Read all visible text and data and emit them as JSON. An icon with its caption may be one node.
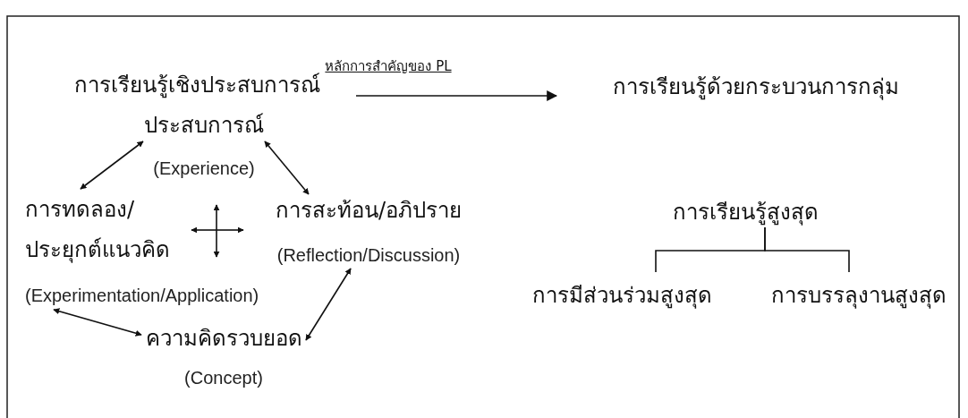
{
  "diagram": {
    "title": "หลักการสำคัญของ PL",
    "nodes": [
      {
        "text": [
          "การเรียนรู้เชิงประสบการณ์"
        ]
      },
      {
        "text": [
          "การเรียนรู้ด้วยกระบวนการกลุ่ม"
        ]
      },
      {
        "text": [
          "ประสบการณ์",
          "(Experience)"
        ]
      },
      {
        "text": [
          "การทดลอง/ประยุกต์แนวคิด",
          "(Experimentation/Application)"
        ]
      },
      {
        "text": [
          "การสะท้อน/อภิปราย",
          "(Reflection/Discussion)"
        ]
      },
      {
        "text": [
          "ความคิดรวบยอด",
          "(Concept)"
        ]
      },
      {
        "text": [
          "การเรียนรู้สูงสุด"
        ]
      },
      {
        "text": [
          "การมีส่วนร่วมสูงสุด"
        ]
      },
      {
        "text": [
          "การบรรลุงานสูงสุด"
        ]
      }
    ],
    "edges": [
      {
        "from": 0,
        "to": 1,
        "arrow": "to"
      },
      {
        "from": 2,
        "to": 3,
        "arrow": "both"
      },
      {
        "from": 2,
        "to": 4,
        "arrow": "both"
      },
      {
        "from": 3,
        "to": 5,
        "arrow": "both"
      },
      {
        "from": 5,
        "to": 4,
        "arrow": "both"
      },
      {
        "from": 6,
        "to": 7,
        "arrow": "none"
      },
      {
        "from": 6,
        "to": 8,
        "arrow": "none"
      }
    ]
  }
}
